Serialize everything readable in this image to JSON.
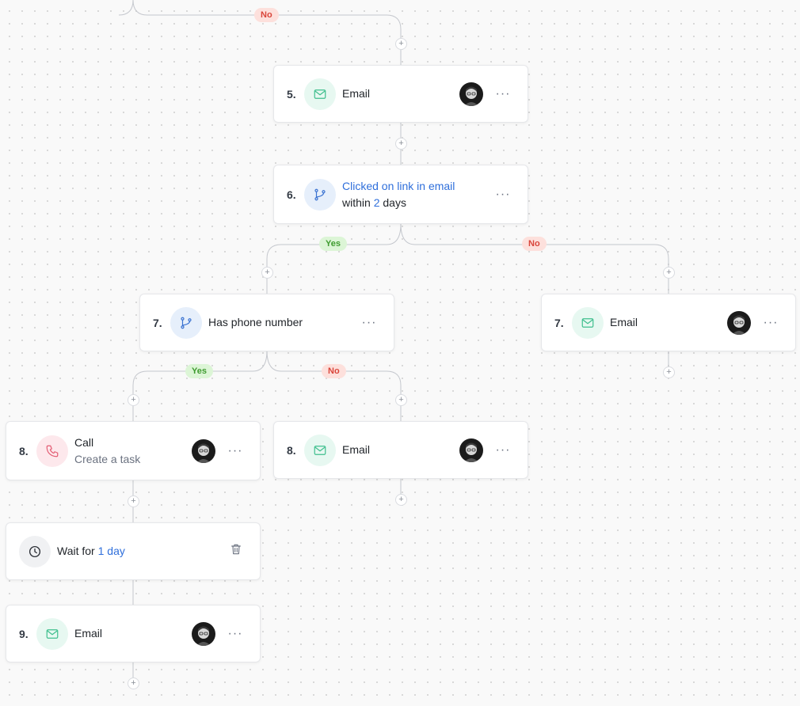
{
  "branches": {
    "no_top": "No",
    "yes_6": "Yes",
    "no_6": "No",
    "yes_7": "Yes",
    "no_7": "No"
  },
  "plus_symbol": "+",
  "more_symbol": "···",
  "colors": {
    "email_icon": "#3fbf8e",
    "branch_icon": "#3b73d1",
    "call_icon": "#e35d74",
    "link_blue": "#2f6fdb",
    "yes_green": "#3f9b30",
    "no_red": "#d9453a"
  },
  "steps": {
    "s5": {
      "number": "5.",
      "icon": "email-icon",
      "title": "Email"
    },
    "s6": {
      "number": "6.",
      "icon": "branch-icon",
      "condition": "Clicked on link in email",
      "within": "within",
      "days_value": "2",
      "days_unit": "days"
    },
    "s7a": {
      "number": "7.",
      "icon": "branch-icon",
      "title": "Has phone number"
    },
    "s7b": {
      "number": "7.",
      "icon": "email-icon",
      "title": "Email"
    },
    "s8a": {
      "number": "8.",
      "icon": "phone-icon",
      "title": "Call",
      "subtitle": "Create a task"
    },
    "s8b": {
      "number": "8.",
      "icon": "email-icon",
      "title": "Email"
    },
    "wait": {
      "icon": "clock-icon",
      "prefix": "Wait for",
      "value": "1 day"
    },
    "s9": {
      "number": "9.",
      "icon": "email-icon",
      "title": "Email"
    }
  }
}
